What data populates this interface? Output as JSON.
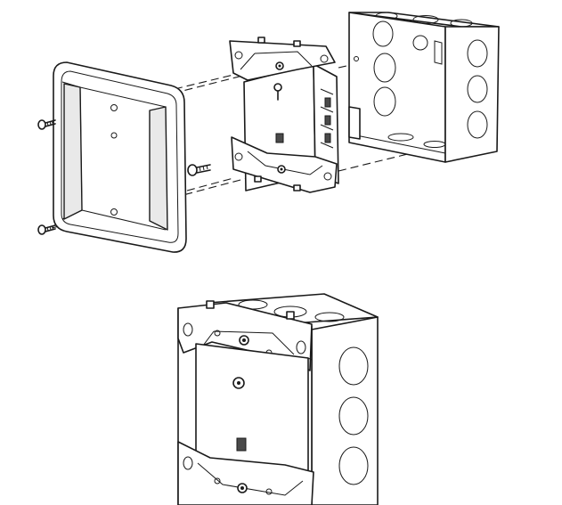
{
  "diagram": {
    "kind": "exploded-assembly-line-drawing",
    "colors": {
      "line": "#1a1a1a",
      "background": "#ffffff",
      "face_shade": "#e9e9e9"
    },
    "views": [
      {
        "name": "exploded-view",
        "parts": [
          "cover-plate",
          "cover-screw",
          "cover-screw",
          "device-module",
          "mounting-screw",
          "electrical-box"
        ]
      },
      {
        "name": "assembled-view",
        "parts": [
          "device-module",
          "electrical-box"
        ]
      }
    ],
    "printed_text": []
  }
}
